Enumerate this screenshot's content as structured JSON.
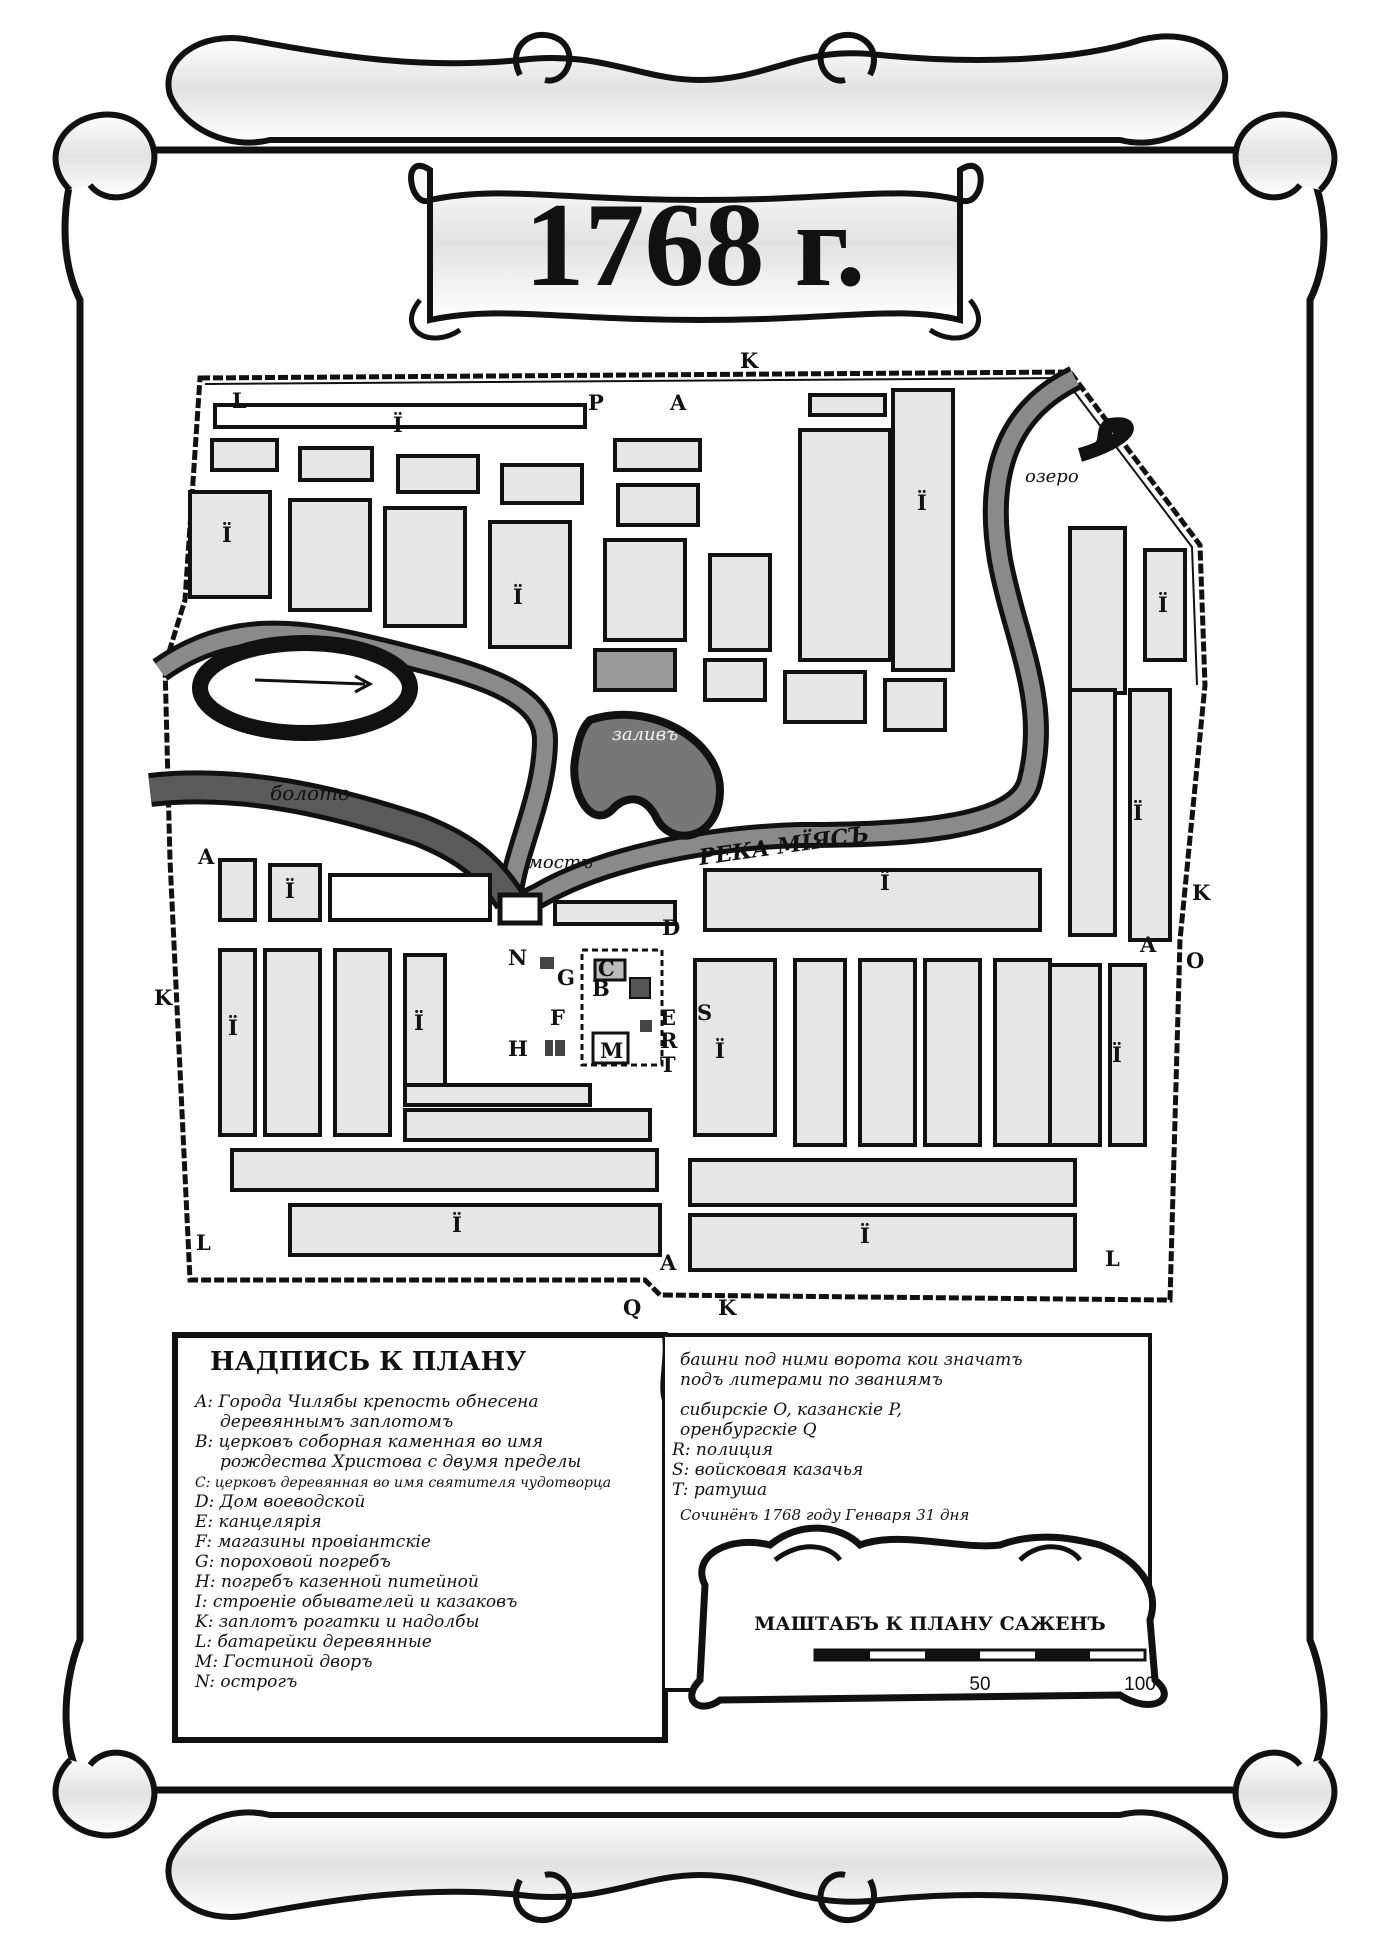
{
  "title": "1768 г.",
  "map": {
    "labels": {
      "I": "Ї",
      "K": "K",
      "L": "L",
      "A": "A",
      "P": "P",
      "Q": "Q",
      "O": "O",
      "D": "D",
      "N": "N",
      "G": "G",
      "C": "C",
      "B": "B",
      "E": "E",
      "F": "F",
      "R": "R",
      "T": "T",
      "S": "S",
      "H": "H",
      "M": "M"
    },
    "places": {
      "lake": "озеро",
      "bay": "заливъ",
      "swamp": "болото",
      "bridge": "мостъ",
      "river": "РЕКА МЇЯСЪ"
    }
  },
  "legend": {
    "heading": "НАДПИСЬ К ПЛАНУ",
    "left": [
      "A: Города Чилябы крепость обнесена",
      "деревяннымъ заплотомъ",
      "B: церковъ соборная каменная во имя",
      "рождества Христова с двумя пределы",
      "C: церковъ деревянная во имя святителя чудотворца",
      "D: Дом воеводской",
      "E: канцелярія",
      "F: магазины провіантскіе",
      "G: пороховой погребъ",
      "H: погребъ казенной питейной",
      "I: строеніе обывателей и казаковъ",
      "K: заплотъ рогатки и надолбы",
      "L: батарейки деревянные",
      "M: Гостиной дворъ",
      "N: острогъ"
    ],
    "right": [
      "башни под ними ворота кои значатъ",
      "подъ литерами по званиямъ",
      "сибирскіе O, казанскіе P,",
      "оренбургскіе Q",
      "R: полиция",
      "S: войсковая казачья",
      "T: ратуша",
      "Сочинёнъ 1768 году Генваря 31 дня"
    ]
  },
  "scale": {
    "title": "МАШТАБЪ К ПЛАНУ САЖЕНЪ",
    "ticks": [
      "50",
      "100"
    ]
  },
  "colors": {
    "ink": "#111111",
    "paper": "#ffffff",
    "water": "#7a7a7a",
    "block": "#d6d6d6",
    "scroll": "#ececec"
  }
}
